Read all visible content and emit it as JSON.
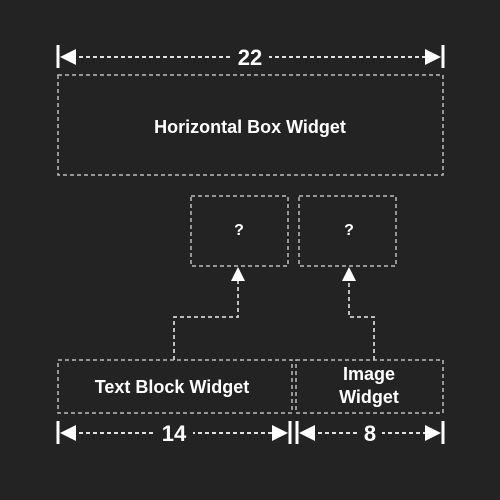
{
  "colors": {
    "background": "#232323",
    "box_stroke": "#bdbdbd",
    "connector_stroke": "#cfcfcf",
    "text": "#ffffff"
  },
  "boxes": {
    "horizontal_box": "Horizontal Box Widget",
    "text_block": "Text Block Widget",
    "image_widget_line1": "Image",
    "image_widget_line2": "Widget",
    "unknown_left": "?",
    "unknown_right": "?"
  },
  "dimensions": {
    "total": "22",
    "text_block": "14",
    "image": "8"
  },
  "icons": {
    "arrow_up": "arrow-up-icon",
    "dimension_arrow": "arrowhead-icon",
    "dimension_tick": "tick-icon"
  }
}
